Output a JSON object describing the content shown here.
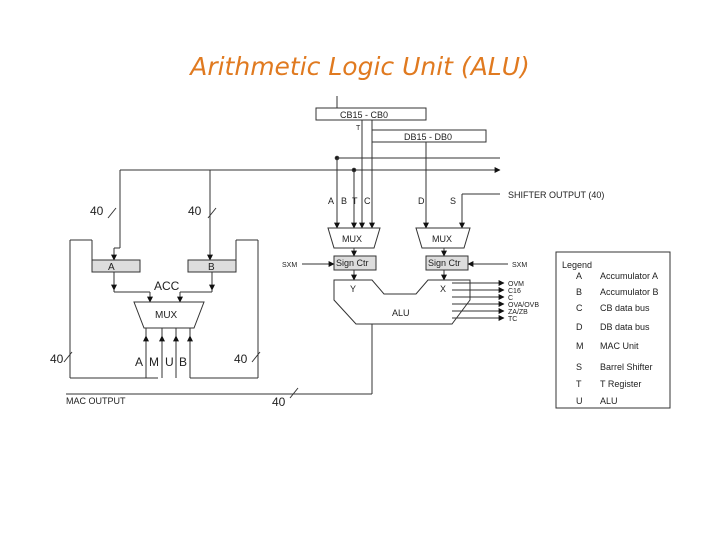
{
  "title": "Arithmetic Logic Unit (ALU)",
  "buses": {
    "cb": "CB15 - CB0",
    "db": "DB15 - DB0",
    "t": "T"
  },
  "shifter_output": "SHIFTER OUTPUT (40)",
  "mac_output": "MAC OUTPUT",
  "bus_width": "40",
  "left_inputs": [
    "A",
    "M",
    "U",
    "B"
  ],
  "acc_label": "ACC",
  "reg_a": "A",
  "reg_b": "B",
  "mux_left": "MUX",
  "mux_x_label": "MUX",
  "mux_y_label": "MUX",
  "mux_x_inputs": [
    "A",
    "B",
    "T",
    "C"
  ],
  "mux_y_inputs": [
    "D",
    "S"
  ],
  "sign_ctr_left": "Sign Ctr",
  "sign_ctr_right": "Sign Ctr",
  "sxm": "SXM",
  "alu": "ALU",
  "alu_y": "Y",
  "alu_x": "X",
  "alu_flags": [
    "OVM",
    "C16",
    "C",
    "OVA/OVB",
    "ZA/ZB",
    "TC"
  ],
  "legend": {
    "title": "Legend",
    "items": [
      {
        "key": "A",
        "value": "Accumulator A"
      },
      {
        "key": "B",
        "value": "Accumulator B"
      },
      {
        "key": "C",
        "value": "CB data bus"
      },
      {
        "key": "D",
        "value": "DB data bus"
      },
      {
        "key": "M",
        "value": "MAC Unit"
      },
      {
        "key": "S",
        "value": "Barrel Shifter"
      },
      {
        "key": "T",
        "value": "T Register"
      },
      {
        "key": "U",
        "value": "ALU"
      }
    ]
  }
}
